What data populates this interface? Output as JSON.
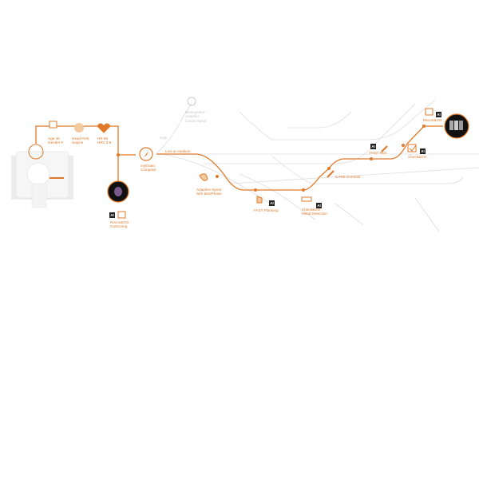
{
  "colors": {
    "accent": "#e07a2a",
    "grey_line": "#d9d9d9"
  },
  "patient": {
    "age_gender": "Age 40\nGender F",
    "position": "Head First,\nSupine",
    "heart": "HR 65\nHRV 3.5"
  },
  "recon_cardiac": "Recon&GO\nCaScoring",
  "compass": "myExam\nCompass",
  "branch_high": "High",
  "branch_low": "Low or medium",
  "bioseg": "Biosegment –\nAdaptive\nCardio Spiral",
  "adaptive_spiral": "Adaptive Spiral\nwith BestPhase",
  "fast_planning": "FAST Planning",
  "metal": "Check&GO\nMetal Detection",
  "care_contrast": "CARE Contrast",
  "fast_roi": "FAST ROI",
  "checkgo": "Check&GO",
  "recongo": "Recon&GO",
  "ai_badge": "AI"
}
